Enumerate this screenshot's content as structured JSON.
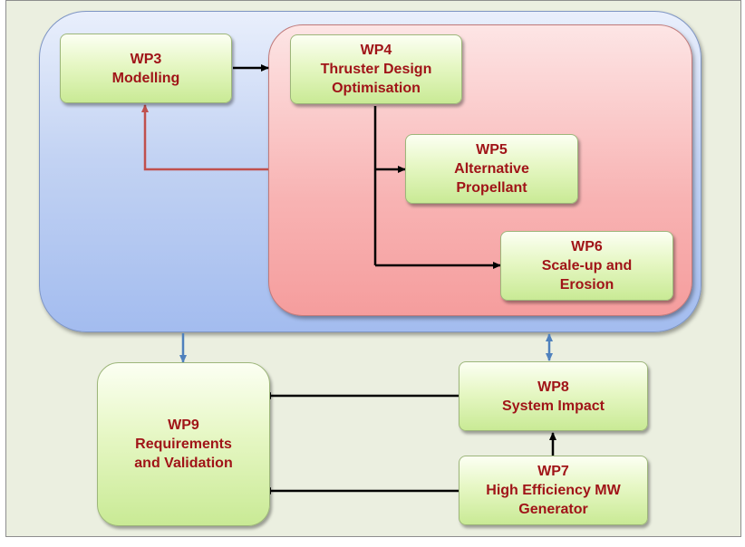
{
  "boxes": {
    "wp3": {
      "lines": [
        "WP3",
        "Modelling"
      ]
    },
    "wp4": {
      "lines": [
        "WP4",
        "Thruster Design",
        "Optimisation"
      ]
    },
    "wp5": {
      "lines": [
        "WP5",
        "Alternative",
        "Propellant"
      ]
    },
    "wp6": {
      "lines": [
        "WP6",
        "Scale-up and",
        "Erosion"
      ]
    },
    "wp7": {
      "lines": [
        "WP7",
        "High Efficiency MW",
        "Generator"
      ]
    },
    "wp8": {
      "lines": [
        "WP8",
        "System Impact"
      ]
    },
    "wp9": {
      "lines": [
        "WP9",
        "Requirements",
        "and Validation"
      ]
    }
  },
  "colors": {
    "label_text": "#a01418",
    "black_arrow": "#000000",
    "red_arrow": "#c0504d",
    "blue_arrow": "#4f81bd"
  }
}
